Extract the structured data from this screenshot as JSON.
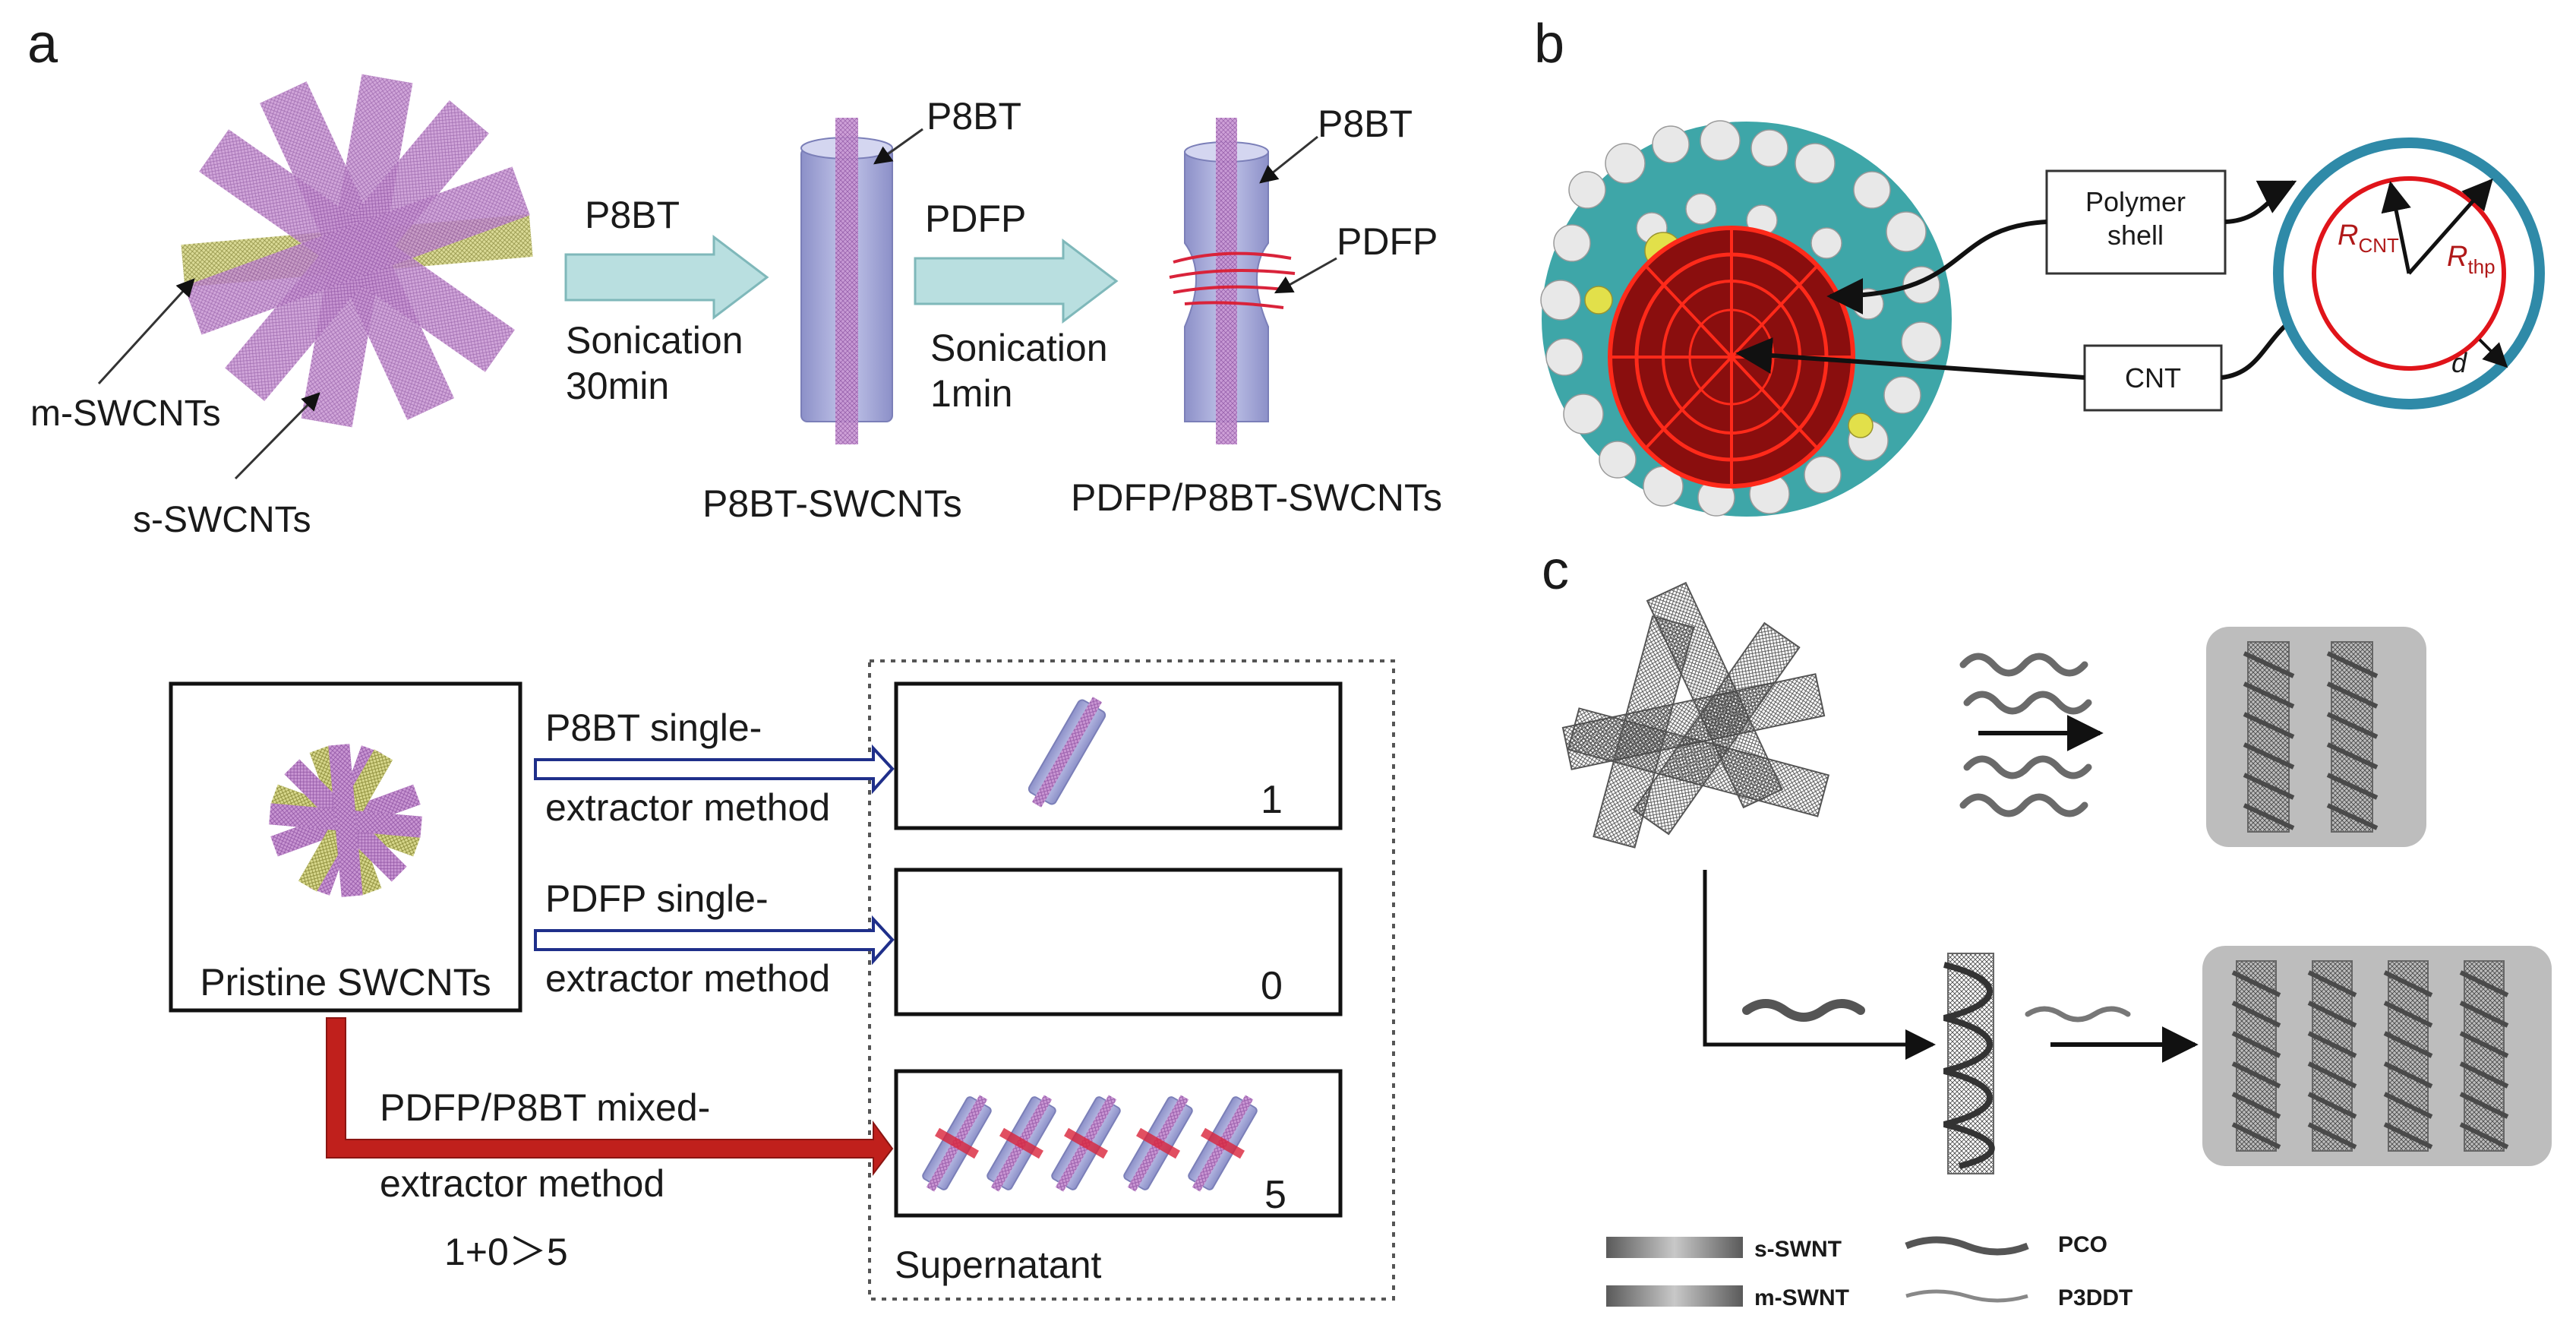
{
  "panel_a": {
    "letter": "a",
    "top": {
      "m_label": "m-SWCNTs",
      "s_label": "s-SWCNTs",
      "step1_reagent": "P8BT",
      "step1_cond1": "Sonication",
      "step1_cond2": "30min",
      "step2_reagent": "PDFP",
      "step2_cond1": "Sonication",
      "step2_cond2": "1min",
      "tube1_label": "P8BT",
      "tube1_caption": "P8BT-SWCNTs",
      "tube2_label_top": "P8BT",
      "tube2_label_mid": "PDFP",
      "tube2_caption": "PDFP/P8BT-SWCNTs"
    },
    "bottom": {
      "pristine_label": "Pristine SWCNTs",
      "method1_line1": "P8BT single-",
      "method1_line2": "extractor method",
      "method2_line1": "PDFP single-",
      "method2_line2": "extractor method",
      "method3_line1": "PDFP/P8BT mixed-",
      "method3_line2": "extractor method",
      "equation": "1+0＞5",
      "result1": "1",
      "result2": "0",
      "result3": "5",
      "supernatant": "Supernatant"
    }
  },
  "panel_b": {
    "letter": "b",
    "polymer_shell_line1": "Polymer",
    "polymer_shell_line2": "shell",
    "cnt_label": "CNT",
    "r_cnt": "R",
    "r_cnt_sub": "CNT",
    "r_thp": "R",
    "r_thp_sub": "thp",
    "d_label": "d"
  },
  "panel_c": {
    "letter": "c",
    "legend": {
      "s_swnt": "s-SWNT",
      "m_swnt": "m-SWNT",
      "pco": "PCO",
      "p3ddt": "P3DDT"
    }
  },
  "colors": {
    "tube_purple": "#b57bc4",
    "tube_yellow": "#b8b85a",
    "cylinder_blue": "#9ea3d6",
    "arrow_cyan": "#b9dfe0",
    "arrow_red": "#c0201c",
    "arrow_navy": "#1f2f8a",
    "ring_teal": "#2f8aa8",
    "ring_red": "#e0141a",
    "panel_gray": "#bdbdbd"
  }
}
